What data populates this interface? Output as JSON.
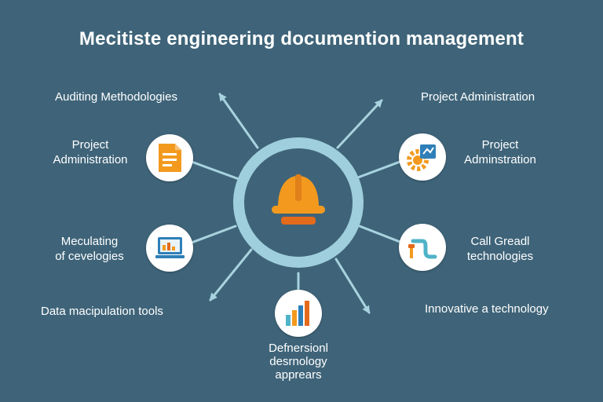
{
  "title": "Mecitiste engineering documention management",
  "labels": {
    "top_left": "Auditing Methodologies",
    "top_right": "Project Administration",
    "mid_left_line1": "Project",
    "mid_left_line2": "Administration",
    "mid_right_line1": "Project",
    "mid_right_line2": "Adminstration",
    "low_left_line1": "Meculating",
    "low_left_line2": "of cevelogies",
    "low_right_line1": "Call Greadl",
    "low_right_line2": "technologies",
    "bottom_left": "Data macipulation tools",
    "bottom_right": "Innovative a technology",
    "bottom_center_line1": "Defnersionl",
    "bottom_center_line2": "desrnology",
    "bottom_center_line3": "apprears"
  },
  "colors": {
    "background": "#3f6479",
    "ring": "#9fcfdc",
    "arrows": "#a8d3de",
    "accent_orange": "#f39a1e",
    "accent_blue": "#2f7fb8"
  },
  "icons": {
    "hub": "hard-hat-icon",
    "document": "document-icon",
    "gear_monitor": "gear-monitor-icon",
    "laptop_chart": "laptop-chart-icon",
    "pipe_tool": "pipe-tool-icon",
    "bar_chart": "bar-chart-icon"
  }
}
